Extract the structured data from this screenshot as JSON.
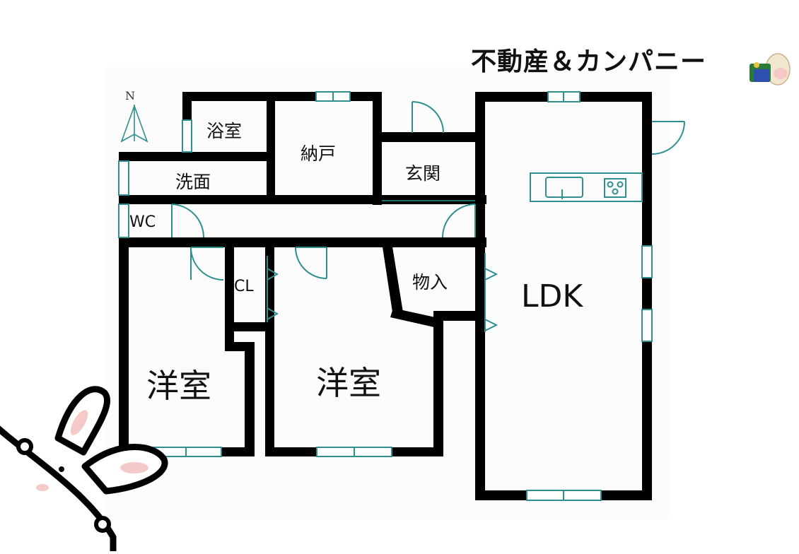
{
  "brand": {
    "name": "不動産＆カンパニー"
  },
  "compass": {
    "label": "N"
  },
  "rooms": {
    "bath": "浴室",
    "storage": "納戸",
    "washroom": "洗面",
    "entrance": "玄関",
    "wc": "WC",
    "closet": "CL",
    "pantry": "物入",
    "ldk": "LDK",
    "western_left": "洋室",
    "western_right": "洋室"
  },
  "colors": {
    "wall": "#000000",
    "fixture": "#2f8f8f",
    "mascot_cheek": "#f6c9c9"
  }
}
